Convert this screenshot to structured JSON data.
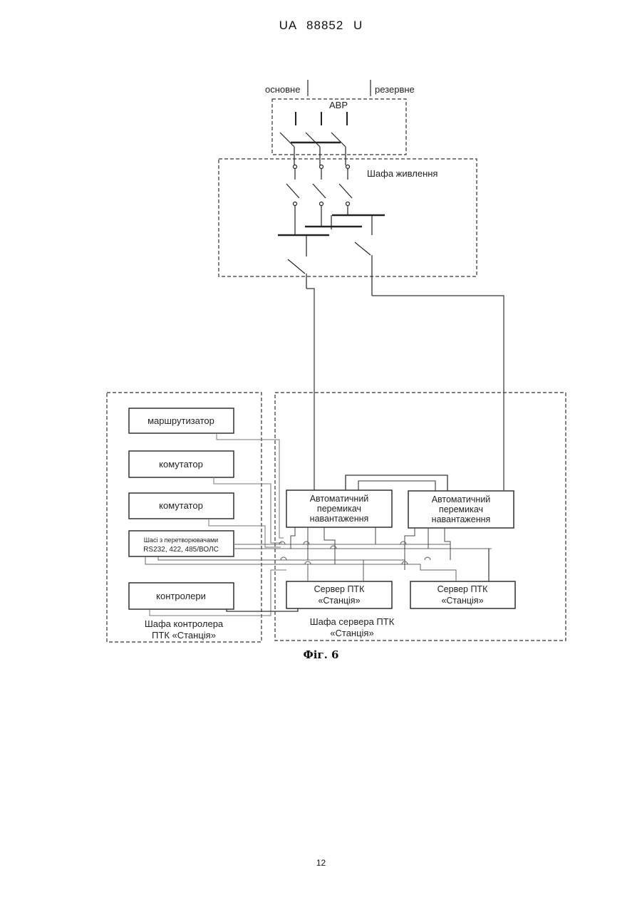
{
  "header": {
    "doc_id": "UA   88852   U"
  },
  "diagram": {
    "supply_main": "основне",
    "supply_reserve": "резервне",
    "avr_label": "АВР",
    "power_cabinet_label": "Шафа живлення",
    "router_label": "маршрутизатор",
    "switch1_label": "комутатор",
    "switch2_label": "комутатор",
    "chassis_line1": "Шасі з перетворювачами",
    "chassis_line2": "RS232, 422, 485/ВОЛС",
    "controllers_label": "контролери",
    "controller_cabinet_line1": "Шафа контролера",
    "controller_cabinet_line2": "ПТК «Станція»",
    "ats1_line1": "Автоматичний",
    "ats1_line2": "перемикач",
    "ats1_line3": "навантаження",
    "ats2_line1": "Автоматичний",
    "ats2_line2": "перемикач",
    "ats2_line3": "навантаження",
    "server1_line1": "Сервер ПТК",
    "server1_line2": "«Станція»",
    "server2_line1": "Сервер ПТК",
    "server2_line2": "«Станція»",
    "server_cabinet_line1": "Шафа сервера ПТК",
    "server_cabinet_line2": "«Станція»"
  },
  "caption": {
    "figure": "Фіг. 6"
  },
  "footer": {
    "page_number": "12"
  }
}
